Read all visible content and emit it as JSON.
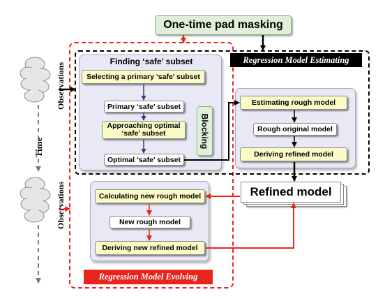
{
  "title": "One-time pad masking",
  "side": {
    "time": "Time",
    "observations_top": "Observations",
    "observations_bottom": "Observations"
  },
  "finding": {
    "title": "Finding ‘safe’ subset",
    "select_primary": "Selecting a primary ‘safe’ subset",
    "primary": "Primary ‘safe’ subset",
    "approach_line1": "Approaching optimal",
    "approach_line2": "‘safe’ subset",
    "optimal": "Optimal ‘safe’ subset",
    "blocking": "Blocking"
  },
  "estimating": {
    "label": "Regression Model Estimating",
    "rough": "Estimating rough model",
    "rough_original": "Rough original model",
    "deriving": "Deriving refined model"
  },
  "refined": "Refined model",
  "evolving": {
    "label": "Regression Model Evolving",
    "calc": "Calculating new rough model",
    "new_rough": "New rough model",
    "derive_new": "Deriving new refined model"
  },
  "colors": {
    "panel_bg": "#e9e8f5",
    "yellow_box": "#fbfbc8",
    "green_box": "#dff0da",
    "red": "#e8251b",
    "purple_arrow": "#4a2a8c",
    "black": "#000000"
  }
}
